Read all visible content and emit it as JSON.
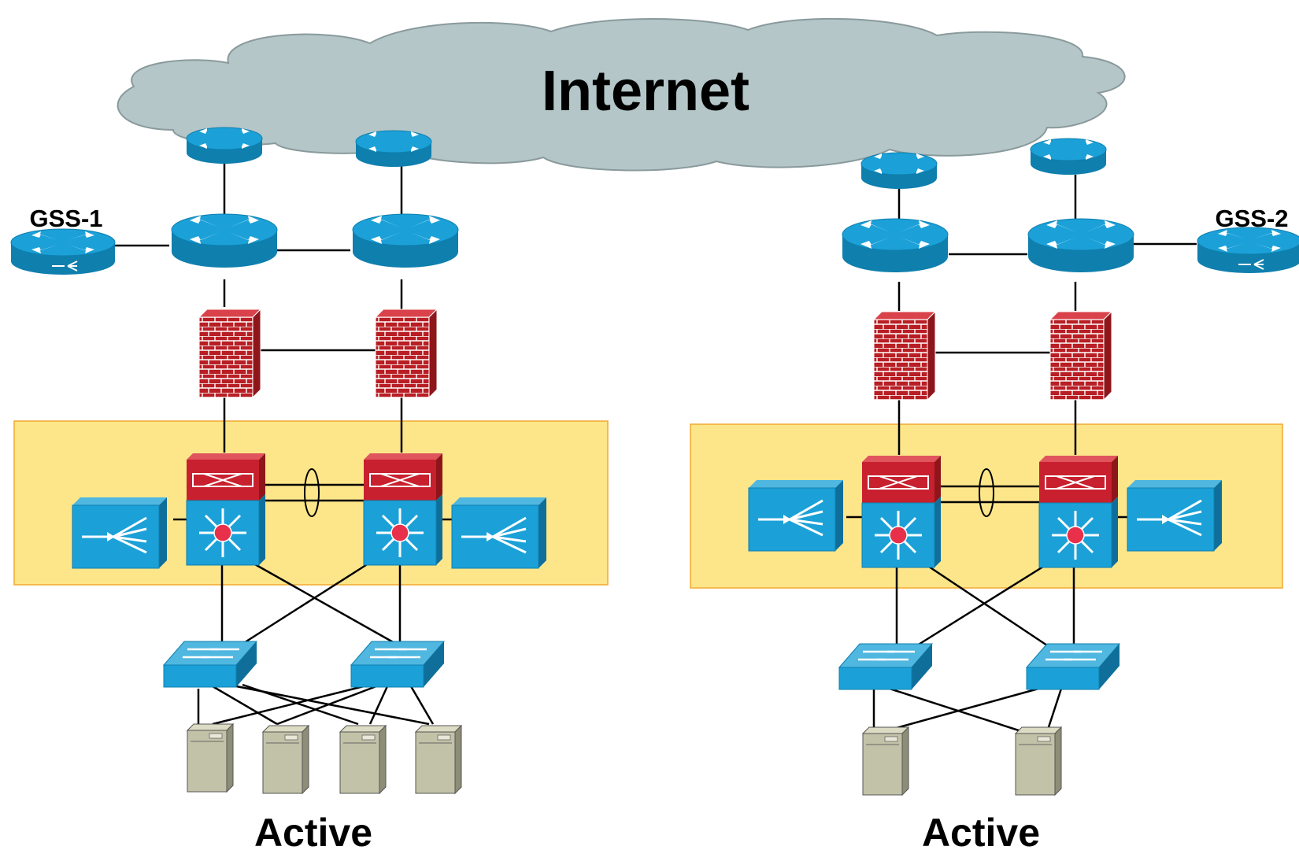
{
  "cloud": {
    "label": "Internet"
  },
  "site_left": {
    "gss_label": "GSS-1",
    "status_label": "Active"
  },
  "site_right": {
    "gss_label": "GSS-2",
    "status_label": "Active"
  },
  "colors": {
    "cloud_fill": "#b4c6c8",
    "cloud_stroke": "#8a9a9c",
    "device_blue": "#1ba1d8",
    "device_blue_dark": "#1281b0",
    "firewall_red": "#b81e24",
    "module_red": "#c8202e",
    "zone_fill": "#fde68a",
    "zone_stroke": "#f0a830",
    "server_fill": "#c2c2a8"
  },
  "icons": {
    "router": "router-icon",
    "gss": "gss-appliance-icon",
    "firewall": "firewall-icon",
    "catalyst": "multilayer-switch-icon",
    "fw_module": "firewall-module-icon",
    "load_balancer": "content-switch-icon",
    "access_switch": "workgroup-switch-icon",
    "server": "server-icon"
  }
}
